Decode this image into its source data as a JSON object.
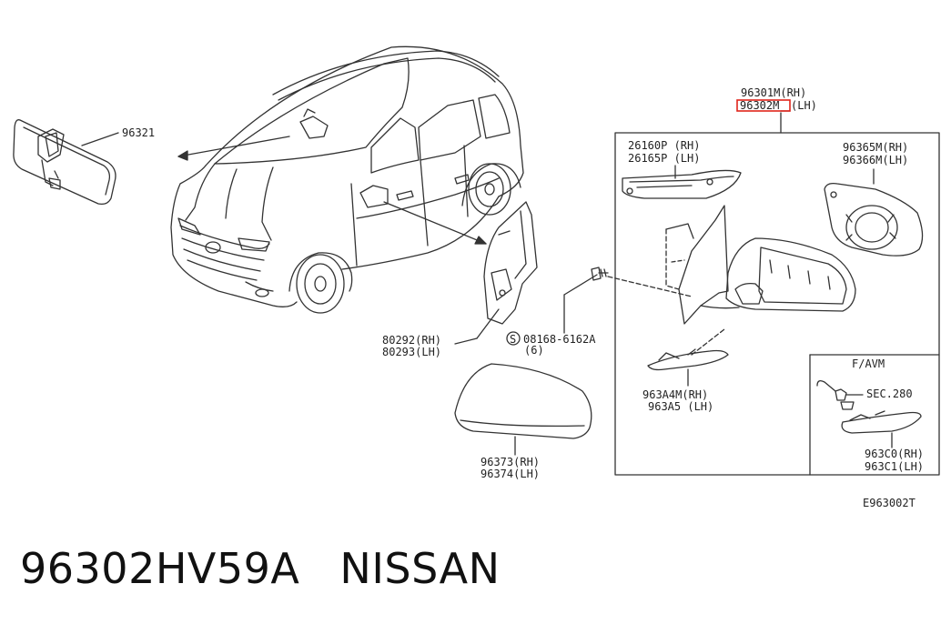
{
  "diagram": {
    "labels": {
      "inner_mirror": "96321",
      "mirror_assy_rh": "96301M(RH)",
      "mirror_assy_lh_prefix": "96302M",
      "mirror_assy_lh_suffix": "(LH)",
      "turn_lamp_rh": "26160P (RH)",
      "turn_lamp_lh": "26165P (LH)",
      "glass_rh": "96365M(RH)",
      "glass_lh": "96366M(LH)",
      "finisher_rh": "80292(RH)",
      "finisher_lh": "80293(LH)",
      "screw_symbol": "S",
      "screw_part": "08168-6162A",
      "screw_qty": "(6)",
      "cover_rh": "96373(RH)",
      "cover_lh": "96374(LH)",
      "lower_rh": "963A4M(RH)",
      "lower_lh": "963A5 (LH)",
      "avm_title": "F/AVM",
      "avm_sec": "SEC.280",
      "camera_rh": "963C0(RH)",
      "camera_lh": "963C1(LH)",
      "diagram_code": "E963002T"
    },
    "highlight_color": "#e0241b"
  },
  "caption": {
    "part_number": "96302HV59A",
    "brand": "NISSAN"
  }
}
